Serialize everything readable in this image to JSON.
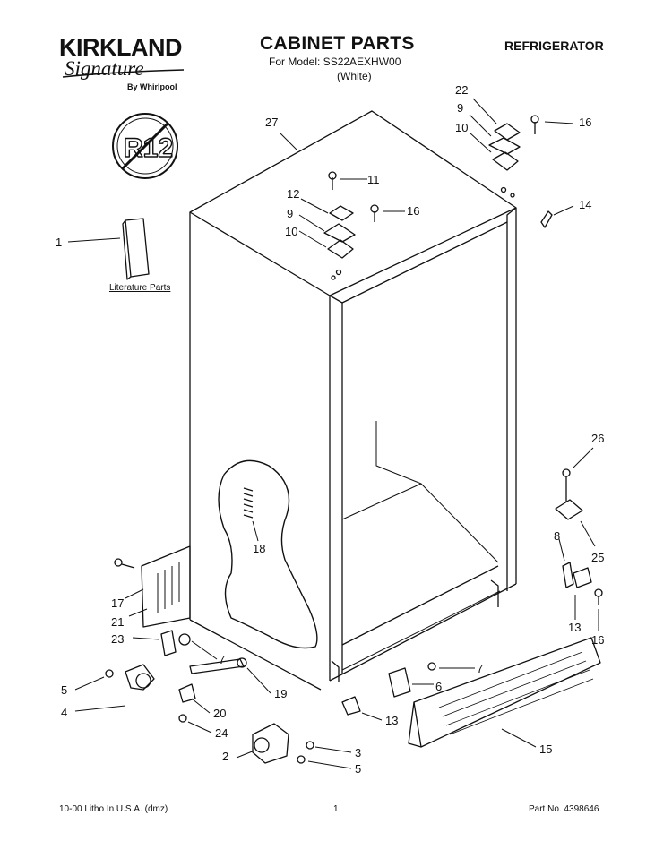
{
  "header": {
    "brand": "KIRKLAND",
    "brand_sub": "Signature",
    "brand_by": "By Whirlpool",
    "title": "CABINET PARTS",
    "model_line": "For Model: SS22AEXHW00",
    "color_line": "(White)",
    "category": "REFRIGERATOR"
  },
  "badge": {
    "text": "R12",
    "icon": "no-r12-icon"
  },
  "literature_label": "Literature Parts",
  "callouts": [
    "27",
    "22",
    "9",
    "10",
    "16",
    "11",
    "12",
    "9",
    "16",
    "10",
    "14",
    "1",
    "26",
    "18",
    "8",
    "25",
    "17",
    "21",
    "13",
    "16",
    "23",
    "7",
    "7",
    "5",
    "19",
    "6",
    "4",
    "20",
    "13",
    "15",
    "24",
    "2",
    "3",
    "5"
  ],
  "footer": {
    "left": "10-00 Litho In U.S.A. (dmz)",
    "page": "1",
    "part_no": "Part No. 4398646"
  }
}
